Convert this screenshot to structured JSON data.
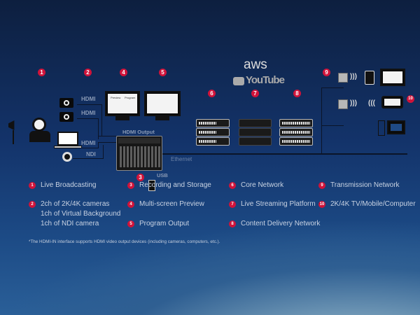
{
  "badges": [
    "1",
    "2",
    "3",
    "4",
    "5",
    "6",
    "7",
    "8",
    "9",
    "10"
  ],
  "diagram": {
    "hdmi1": "HDMI",
    "hdmi2": "HDMI",
    "hdmi3": "HDMI",
    "ndi": "NDI",
    "hdmi_output": "HDMI Output",
    "usb": "USB",
    "ethernet": "Ethernet",
    "preview": "Preview",
    "program": "Program",
    "aws": "aws",
    "youtube": "YouTube"
  },
  "legend": [
    {
      "num": "1",
      "lines": [
        "Live Broadcasting"
      ]
    },
    {
      "num": "2",
      "lines": [
        "2ch of 2K/4K cameras",
        "1ch of Virtual Background",
        "1ch of NDI camera"
      ]
    },
    {
      "num": "3",
      "lines": [
        "Recording and Storage"
      ]
    },
    {
      "num": "4",
      "lines": [
        "Multi-screen Preview"
      ]
    },
    {
      "num": "5",
      "lines": [
        "Program Output"
      ]
    },
    {
      "num": "6",
      "lines": [
        "Core Network"
      ]
    },
    {
      "num": "7",
      "lines": [
        "Live Streaming Platform"
      ]
    },
    {
      "num": "8",
      "lines": [
        "Content Delivery Network"
      ]
    },
    {
      "num": "9",
      "lines": [
        "Transmission Network"
      ]
    },
    {
      "num": "10",
      "lines": [
        "2K/4K TV/Mobile/Computer"
      ]
    }
  ],
  "footnote": "*The HDMI-IN interface supports HDMI video output devices (including cameras, computers, etc.).",
  "colors": {
    "badge": "#d0133a",
    "background_top": "#0d1f3f"
  }
}
